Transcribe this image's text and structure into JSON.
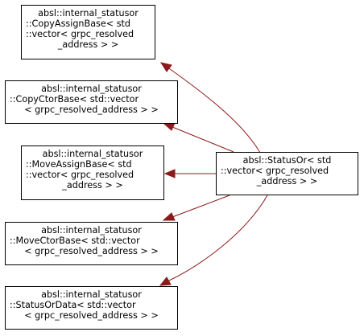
{
  "diagram": {
    "nodes": {
      "copy_assign": {
        "lines": [
          "absl::internal_statusor",
          "::CopyAssignBase< std",
          "::vector< grpc_resolved",
          "_address > >"
        ]
      },
      "copy_ctor": {
        "lines": [
          "absl::internal_statusor",
          "::CopyCtorBase< std::vector",
          "< grpc_resolved_address > >"
        ]
      },
      "move_assign": {
        "lines": [
          "absl::internal_statusor",
          "::MoveAssignBase< std",
          "::vector< grpc_resolved",
          "_address > >"
        ]
      },
      "move_ctor": {
        "lines": [
          "absl::internal_statusor",
          "::MoveCtorBase< std::vector",
          "< grpc_resolved_address > >"
        ]
      },
      "status_or_data": {
        "lines": [
          "absl::internal_statusor",
          "::StatusOrData< std::vector",
          "< grpc_resolved_address > >"
        ]
      },
      "status_or": {
        "lines": [
          "absl::StatusOr< std",
          "::vector< grpc_resolved",
          "_address > >"
        ]
      }
    },
    "edge_color": "#8b1a1a",
    "border_color": "#000000"
  }
}
